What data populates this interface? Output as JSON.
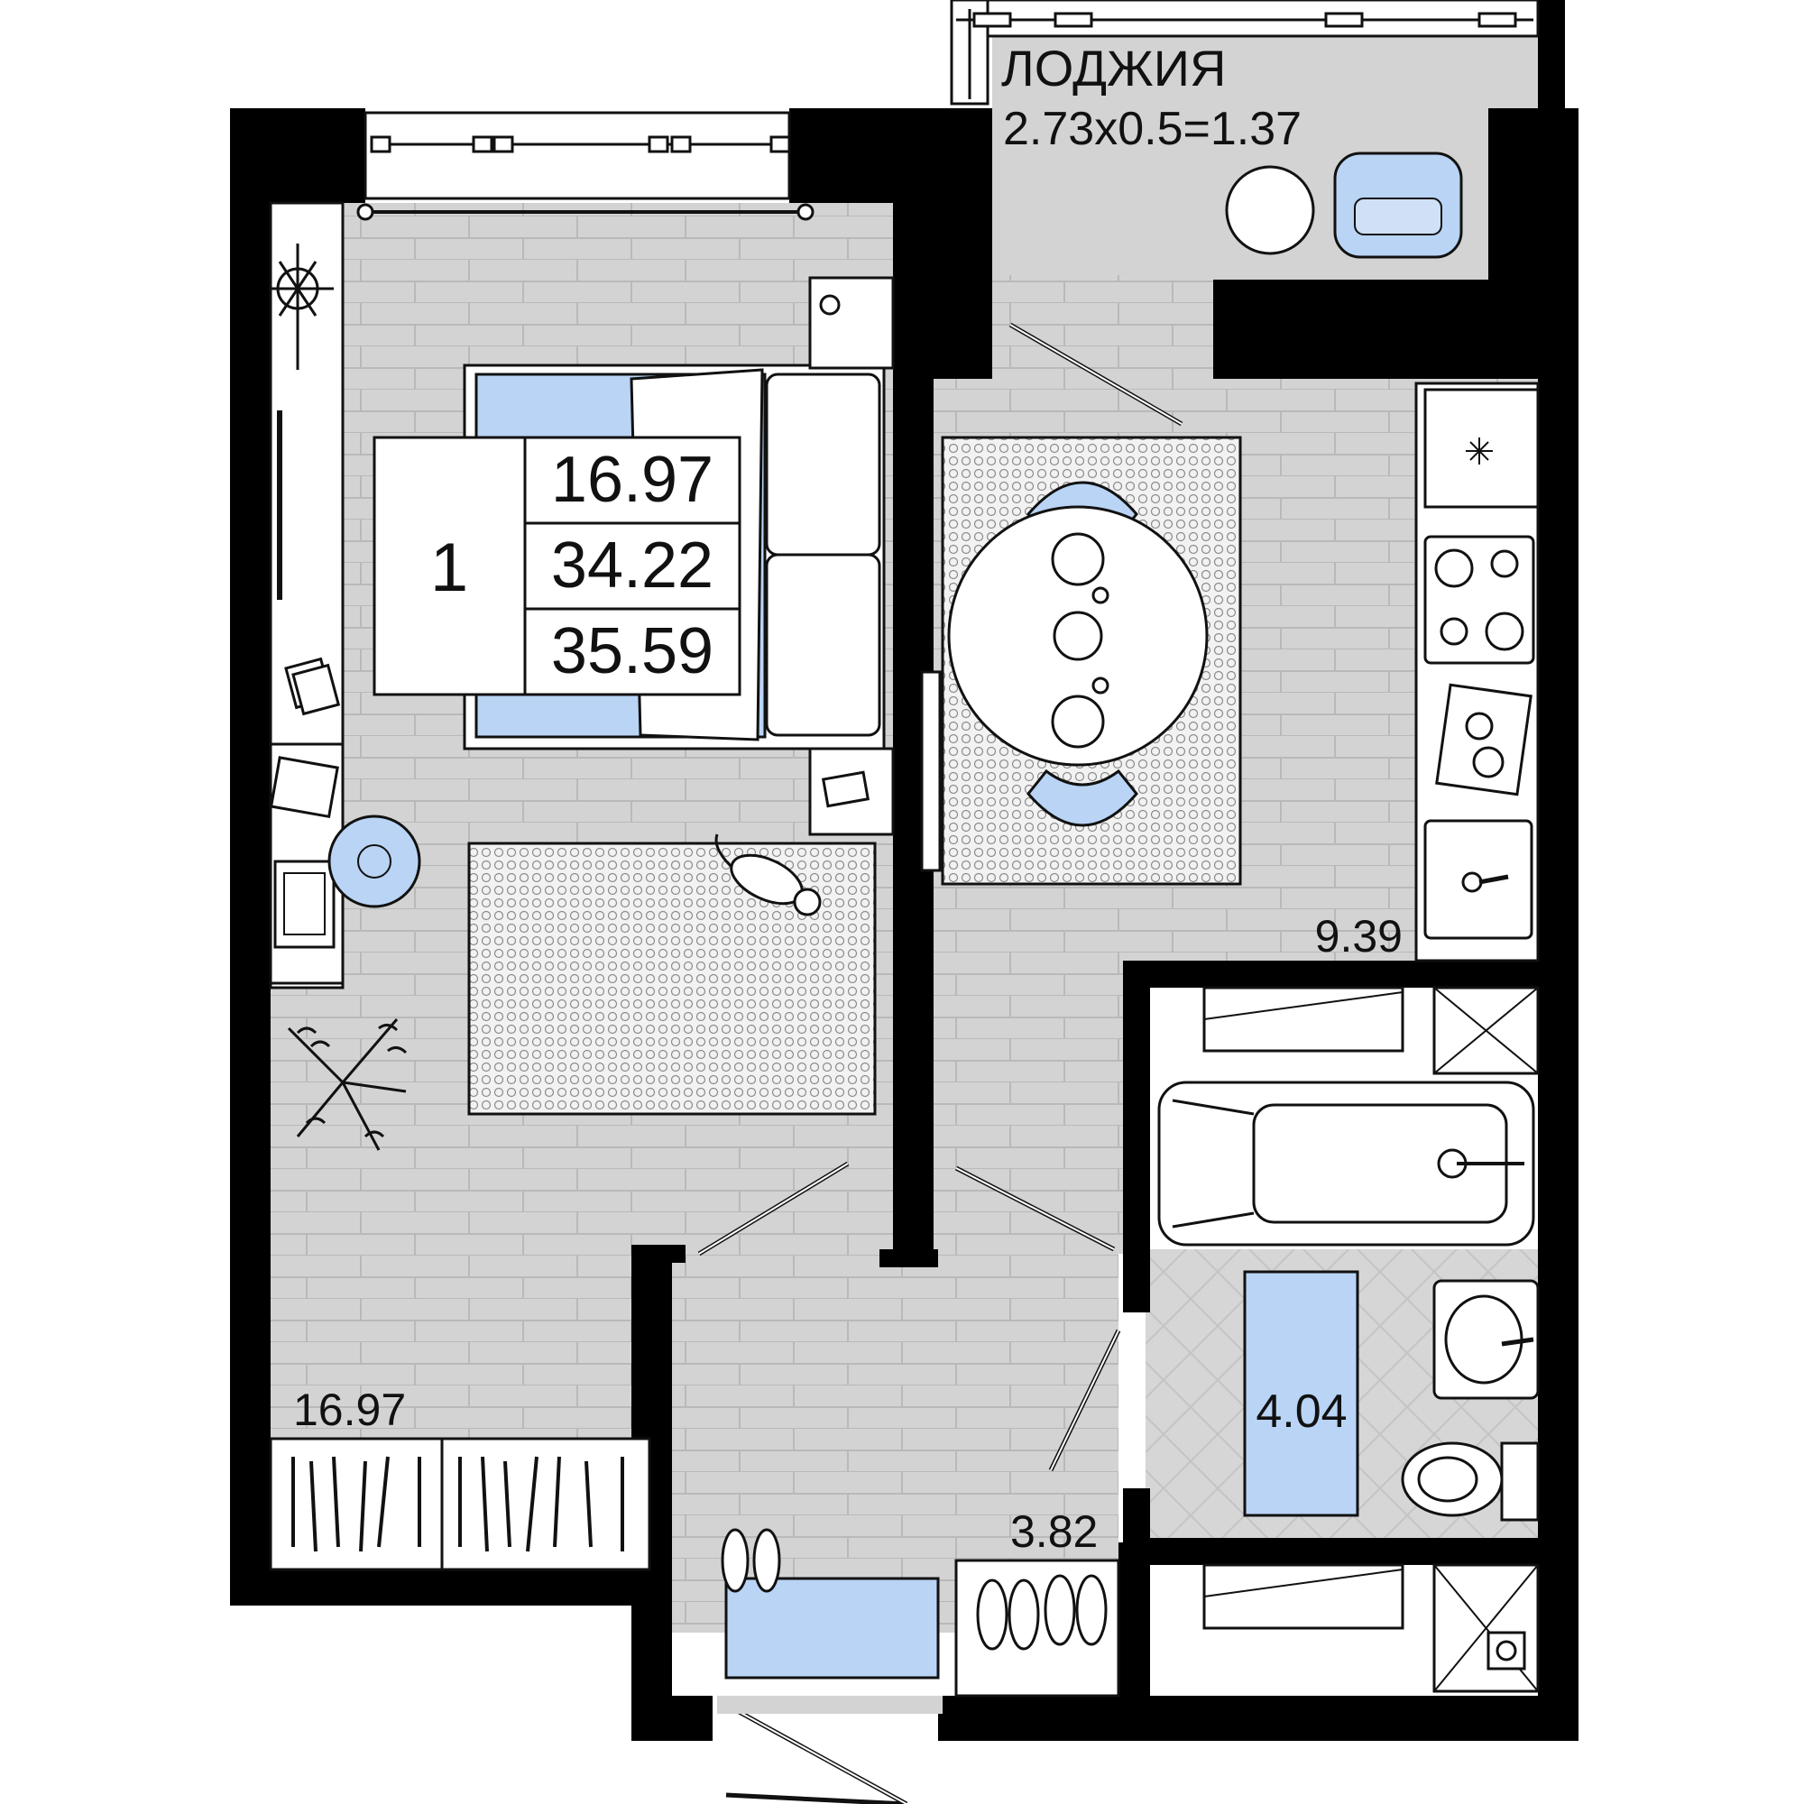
{
  "summary": {
    "rooms": "1",
    "living_area": "16.97",
    "living_total": "34.22",
    "total_area": "35.59"
  },
  "rooms": {
    "loggia_title": "ЛОДЖИЯ",
    "loggia_formula": "2.73x0.5=1.37",
    "bedroom_area": "16.97",
    "kitchen_area": "9.39",
    "hall_area": "3.82",
    "bath_area": "4.04"
  },
  "colors": {
    "wall": "#000000",
    "floor": "#d3d3d3",
    "accent": "#b9d4f5"
  }
}
